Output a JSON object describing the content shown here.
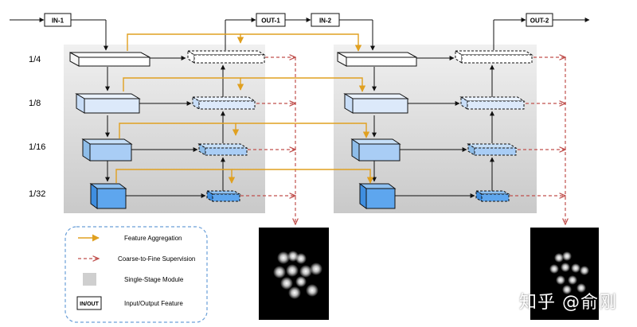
{
  "io": {
    "in1": "IN-1",
    "out1": "OUT-1",
    "in2": "IN-2",
    "out2": "OUT-2"
  },
  "scales": [
    "1/4",
    "1/8",
    "1/16",
    "1/32"
  ],
  "legend": {
    "feature_aggregation": "Feature Aggregation",
    "coarse_to_fine": "Coarse-to-Fine Supervision",
    "single_stage": "Single-Stage Module",
    "io_box": "IN/OUT",
    "io_feature": "Input/Output Feature"
  },
  "colors": {
    "aggregation": "#e0a020",
    "supervision": "#c0504d",
    "module_bg": "#d9d9d9",
    "block_light": "#dce9fa",
    "block_mid": "#a9cdf5",
    "block_dark": "#5ea6ee"
  },
  "watermark": "知乎 @俞刚"
}
